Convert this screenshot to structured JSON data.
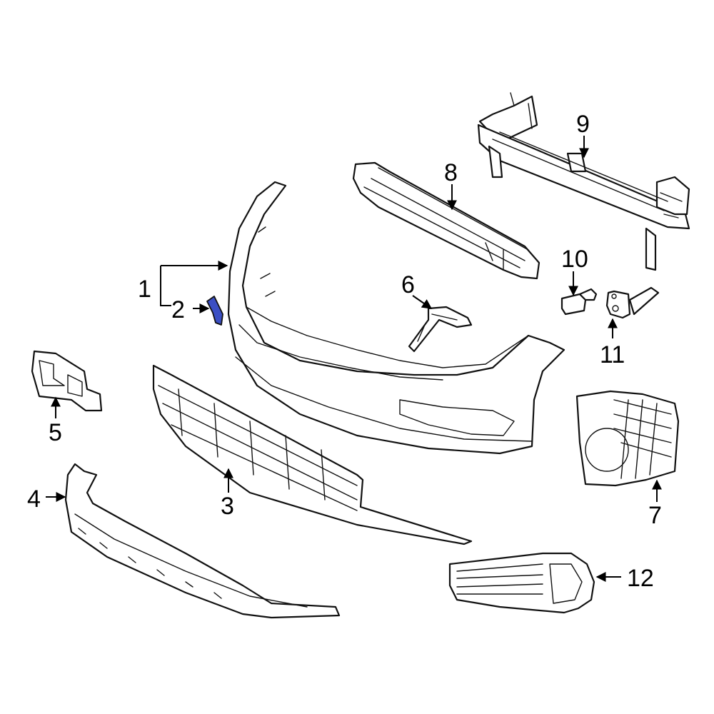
{
  "callouts": [
    {
      "id": "c1",
      "label": "1"
    },
    {
      "id": "c2",
      "label": "2"
    },
    {
      "id": "c3",
      "label": "3"
    },
    {
      "id": "c4",
      "label": "4"
    },
    {
      "id": "c5",
      "label": "5"
    },
    {
      "id": "c6",
      "label": "6"
    },
    {
      "id": "c7",
      "label": "7"
    },
    {
      "id": "c8",
      "label": "8"
    },
    {
      "id": "c9",
      "label": "9"
    },
    {
      "id": "c10",
      "label": "10"
    },
    {
      "id": "c11",
      "label": "11"
    },
    {
      "id": "c12",
      "label": "12"
    }
  ],
  "colors": {
    "highlight": "#3b4fc4",
    "line": "#111111",
    "background": "#ffffff"
  }
}
